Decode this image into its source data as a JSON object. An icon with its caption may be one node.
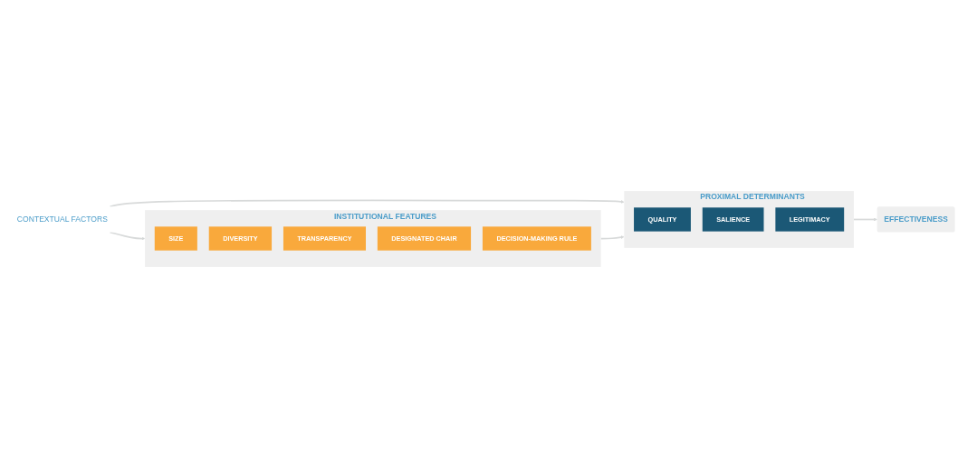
{
  "diagram": {
    "nodes": [
      {
        "text": [
          "CONTEXTUAL FACTORS"
        ]
      },
      {
        "text": [
          "INSTITUTIONAL FEATURES"
        ]
      },
      {
        "text": [
          "SIZE"
        ],
        "in": 1
      },
      {
        "text": [
          "DIVERSITY"
        ],
        "in": 1
      },
      {
        "text": [
          "TRANSPARENCY"
        ],
        "in": 1
      },
      {
        "text": [
          "DESIGNATED CHAIR"
        ],
        "in": 1
      },
      {
        "text": [
          "DECISION-MAKING RULE"
        ],
        "in": 1
      },
      {
        "text": [
          "PROXIMAL DETERMINANTS"
        ]
      },
      {
        "text": [
          "QUALITY"
        ],
        "in": 7
      },
      {
        "text": [
          "SALIENCE"
        ],
        "in": 7
      },
      {
        "text": [
          "LEGITIMACY"
        ],
        "in": 7
      },
      {
        "text": [
          "EFFECTIVENESS"
        ]
      }
    ],
    "edges": [
      {
        "from": 0,
        "to": 1,
        "arrow": "to"
      },
      {
        "from": 0,
        "to": 7,
        "arrow": "to"
      },
      {
        "from": 1,
        "to": 7,
        "arrow": "to"
      },
      {
        "from": 7,
        "to": 11,
        "arrow": "to"
      }
    ]
  }
}
